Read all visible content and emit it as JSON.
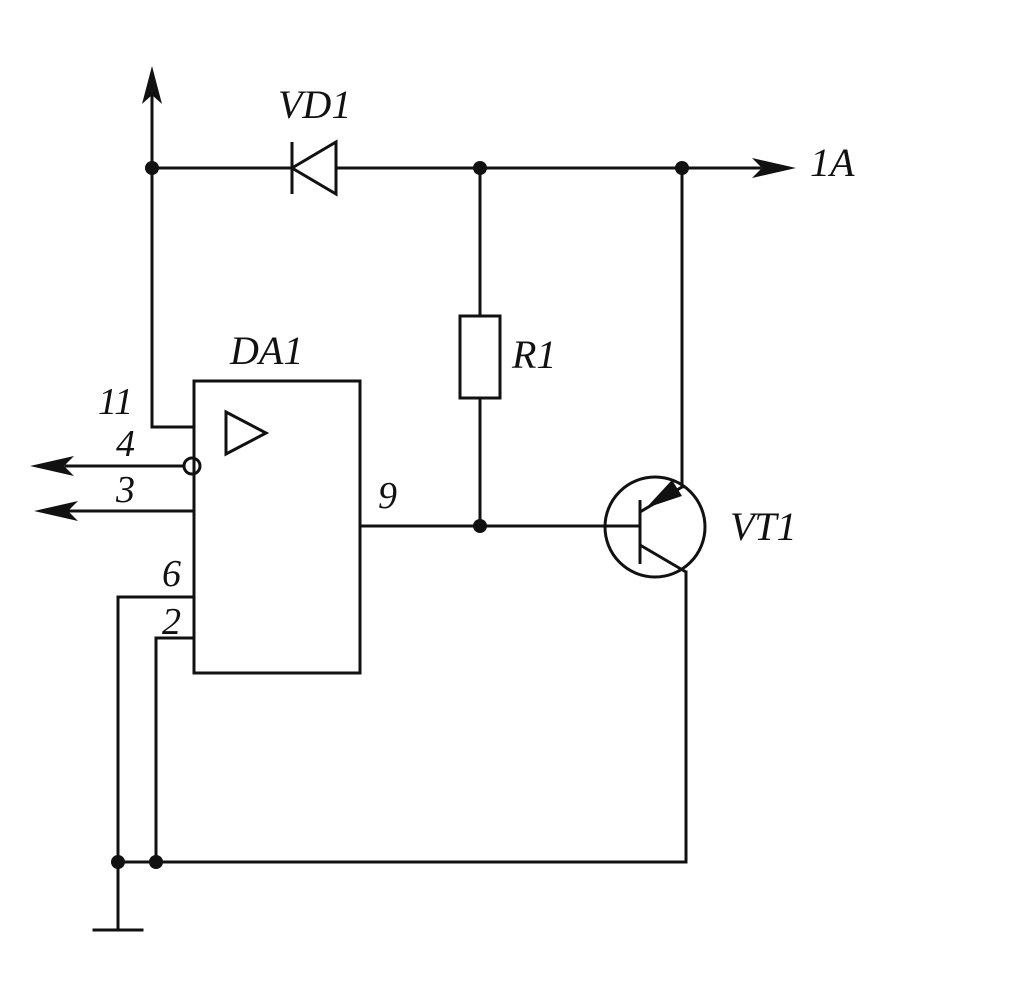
{
  "components": {
    "diode": "VD1",
    "chip": "DA1",
    "resistor": "R1",
    "transistor": "VT1"
  },
  "net_label": "1A",
  "pins": {
    "power": "11",
    "enable": "4",
    "output_3": "3",
    "pin_6": "6",
    "pin_2": "2",
    "pin_9": "9"
  },
  "colors": {
    "ink": "#111111",
    "paper": "#ffffff"
  }
}
